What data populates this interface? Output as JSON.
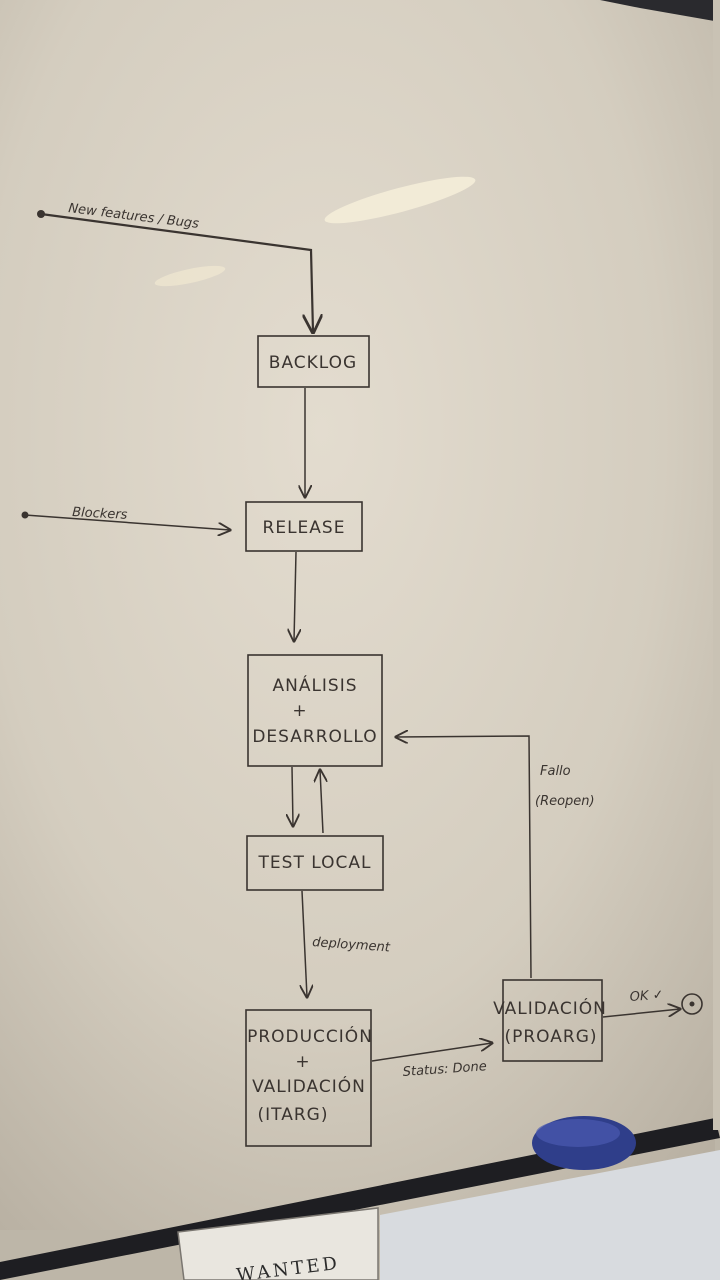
{
  "nodes": {
    "backlog": "BACKLOG",
    "release": "RELEASE",
    "analisis_desarrollo": [
      "ANÁLISIS",
      "+",
      "DESARROLLO"
    ],
    "test_local": "TEST LOCAL",
    "produccion_validacion": [
      "PRODUCCIÓN",
      "+",
      "VALIDACIÓN",
      "(ITARG)"
    ],
    "validacion_proarg": [
      "VALIDACIÓN",
      "(PROARG)"
    ]
  },
  "edge_labels": {
    "new_features_bugs": "New features / Bugs",
    "blockers": "Blockers",
    "fallo_reopen": [
      "Fallo",
      "(Reopen)"
    ],
    "deployment": "deployment",
    "status_done": "Status: Done",
    "ok": "OK ✓"
  },
  "sign": {
    "text": "WANTED"
  },
  "colors": {
    "board": "#ddd6c8",
    "ink": "#3a3430",
    "eraser": "#2f3e8a"
  }
}
